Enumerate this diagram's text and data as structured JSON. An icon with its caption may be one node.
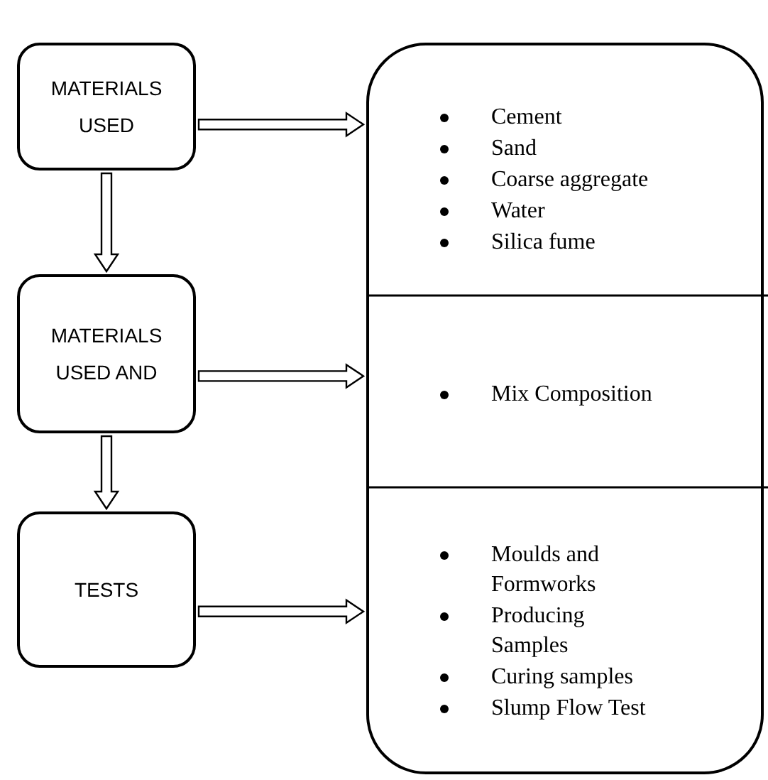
{
  "diagram": {
    "nodes": [
      {
        "text": [
          "MATERIALS USED"
        ]
      },
      {
        "text": [
          "MATERIALS USED AND"
        ]
      },
      {
        "text": [
          "TESTS"
        ]
      },
      {
        "text": [],
        "shape": "box"
      },
      {
        "text": [
          "Cement",
          "Sand",
          "Coarse aggregate",
          "Water",
          "Silica fume"
        ],
        "in": 3
      },
      {
        "text": [
          "Mix Composition"
        ],
        "in": 3
      },
      {
        "text": [
          "Moulds and Formworks",
          "Producing Samples",
          "Curing samples",
          "Slump Flow Test"
        ],
        "in": 3
      }
    ],
    "edges": [
      {
        "from": 0,
        "to": 4,
        "arrow": "to"
      },
      {
        "from": 0,
        "to": 1,
        "arrow": "to"
      },
      {
        "from": 1,
        "to": 5,
        "arrow": "to"
      },
      {
        "from": 1,
        "to": 2,
        "arrow": "to"
      },
      {
        "from": 2,
        "to": 6,
        "arrow": "to"
      }
    ]
  }
}
